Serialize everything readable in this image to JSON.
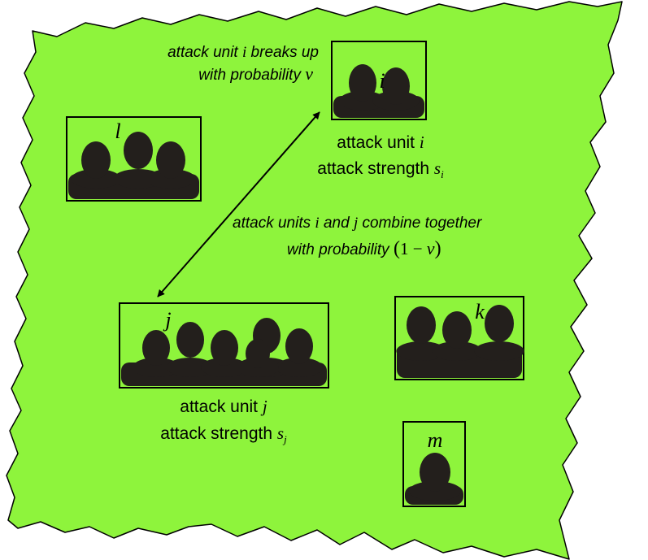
{
  "colors": {
    "land": "#8EF43C",
    "silhouette": "#231f1c",
    "outline": "#000000"
  },
  "units": [
    {
      "id": "i",
      "label": "i",
      "members": 2
    },
    {
      "id": "l",
      "label": "l",
      "members": 3
    },
    {
      "id": "j",
      "label": "j",
      "members": 6
    },
    {
      "id": "k",
      "label": "k",
      "members": 3
    },
    {
      "id": "m",
      "label": "m",
      "members": 1
    }
  ],
  "annotations": {
    "breakup": {
      "line1_prefix": "attack unit ",
      "line1_var": "i",
      "line1_suffix": " breaks up",
      "line2_prefix": "with probability ",
      "line2_var": "ν"
    },
    "unit_i": {
      "name_prefix": "attack unit ",
      "name_var": "i",
      "strength_prefix": "attack strength ",
      "strength_var": "s",
      "strength_sub": "i"
    },
    "combine": {
      "line1_prefix": "attack units ",
      "line1_var1": "i",
      "line1_mid": " and ",
      "line1_var2": "j",
      "line1_suffix": " combine together",
      "line2_prefix": "with probability ",
      "line2_open": "(",
      "line2_one": "1",
      "line2_minus": " − ",
      "line2_var": "ν",
      "line2_close": ")"
    },
    "unit_j": {
      "name_prefix": "attack unit ",
      "name_var": "j",
      "strength_prefix": "attack strength ",
      "strength_var": "s",
      "strength_sub": "j"
    }
  }
}
